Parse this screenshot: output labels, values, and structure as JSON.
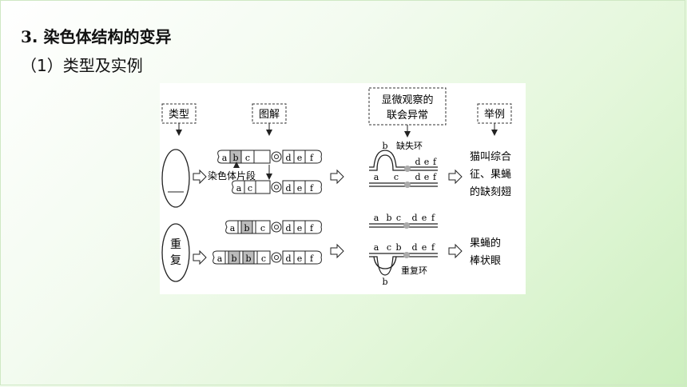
{
  "section": {
    "number": "3",
    "title": ". 染色体结构的变异"
  },
  "subsection": {
    "title": "（1）类型及实例"
  },
  "diagram": {
    "headers": {
      "type": "类型",
      "illustration": "图解",
      "microscope_line1": "显微观察的",
      "microscope_line2": "联会异常",
      "example": "举例"
    },
    "deletion": {
      "type_label": "",
      "fragment_label": "染色体片段",
      "top_genes": [
        "a",
        "b",
        "c",
        "d",
        "e",
        "f"
      ],
      "bottom_genes": [
        "a",
        "c",
        "d",
        "e",
        "f"
      ],
      "loop_gene": "b",
      "loop_label": "缺失环",
      "pair_top_genes": [
        "d",
        "e",
        "f"
      ],
      "pair_bottom_genes": [
        "a",
        "c",
        "d",
        "e",
        "f"
      ],
      "example_line1": "猫叫综合",
      "example_line2": "征、果蝇",
      "example_line3": "的缺刻翅"
    },
    "duplication": {
      "type_label_line1": "重",
      "type_label_line2": "复",
      "top_genes": [
        "a",
        "b",
        "c",
        "d",
        "e",
        "f"
      ],
      "bottom_genes": [
        "a",
        "b",
        "b",
        "c",
        "d",
        "e",
        "f"
      ],
      "pair_top_genes": [
        "a",
        "b",
        "c",
        "d",
        "e",
        "f"
      ],
      "pair_bottom_genes": [
        "a",
        "b",
        "c",
        "d",
        "e",
        "f"
      ],
      "loop_gene": "b",
      "loop_label": "重复环",
      "example_line1": "果蝇的",
      "example_line2": "棒状眼"
    }
  }
}
